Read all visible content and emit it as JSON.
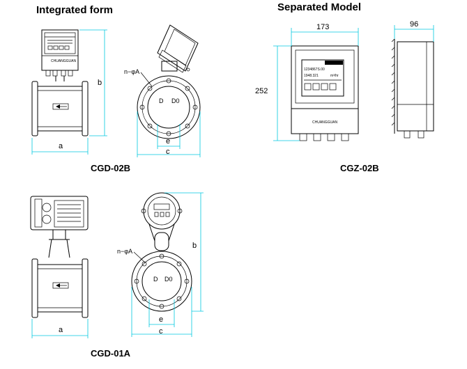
{
  "headings": {
    "integrated": "Integrated form",
    "separated": "Separated Model"
  },
  "models": {
    "cgd02b": "CGD-02B",
    "cgz02b": "CGZ-02B",
    "cgd01a": "CGD-01A"
  },
  "labels": {
    "a": "a",
    "b": "b",
    "c": "c",
    "e": "e",
    "n_phi_a": "n−φA",
    "d": "D",
    "d0": "D0",
    "w173": "173",
    "w96": "96",
    "h252": "252",
    "brand": "CHUANGGUAN",
    "display_line1": "1234867S.00",
    "display_line2": "1948.321",
    "display_unit": "m³/hr"
  },
  "colors": {
    "dimension_line": "#00c8e0",
    "drawing_line": "#000000"
  }
}
